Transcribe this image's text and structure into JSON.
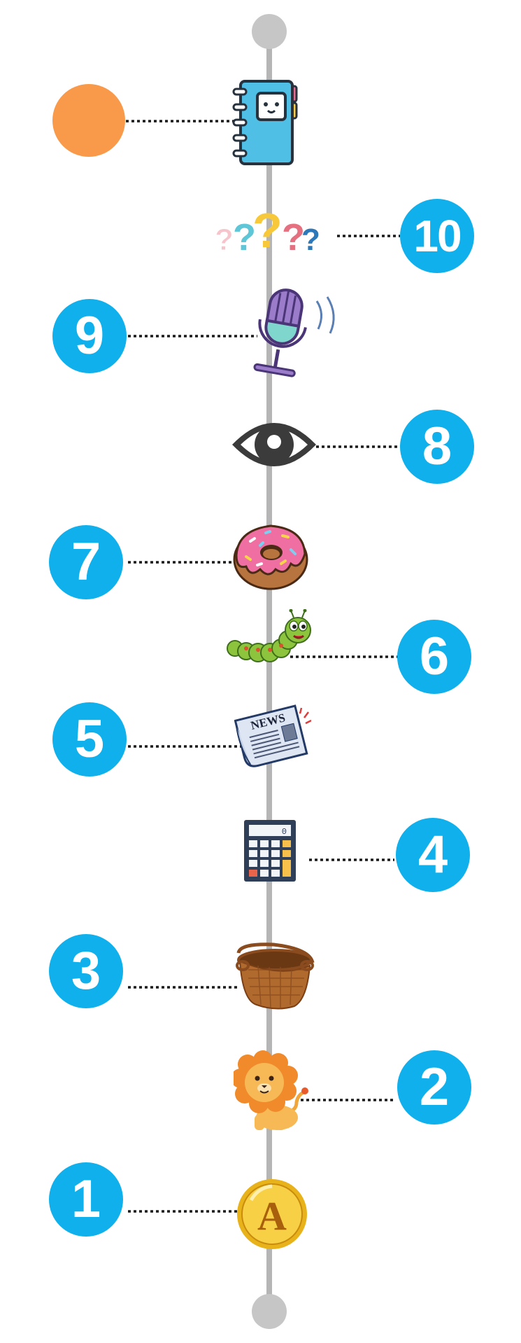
{
  "colors": {
    "badge": "#0fb0ec",
    "accent_dot": "#f89a4a",
    "spine": "#b5b5b5",
    "spine_end": "#c6c6c6",
    "connector": "#1a1a1a"
  },
  "top_marker": {
    "shape": "circle",
    "color": "#f89a4a"
  },
  "steps": [
    {
      "number": "1",
      "side": "left",
      "icon": "gold-coin-icon"
    },
    {
      "number": "2",
      "side": "right",
      "icon": "lion-icon"
    },
    {
      "number": "3",
      "side": "left",
      "icon": "basket-icon"
    },
    {
      "number": "4",
      "side": "right",
      "icon": "calculator-icon"
    },
    {
      "number": "5",
      "side": "left",
      "icon": "newspaper-icon"
    },
    {
      "number": "6",
      "side": "right",
      "icon": "caterpillar-icon"
    },
    {
      "number": "7",
      "side": "left",
      "icon": "donut-icon"
    },
    {
      "number": "8",
      "side": "right",
      "icon": "eye-icon"
    },
    {
      "number": "9",
      "side": "left",
      "icon": "microphone-icon"
    },
    {
      "number": "10",
      "side": "right",
      "icon": "question-marks-icon"
    }
  ],
  "top_icon": {
    "side": "left",
    "icon": "notebook-icon"
  },
  "labels": {
    "newspaper": "NEWS",
    "calculator_display": "0",
    "coin_letter": "A"
  }
}
